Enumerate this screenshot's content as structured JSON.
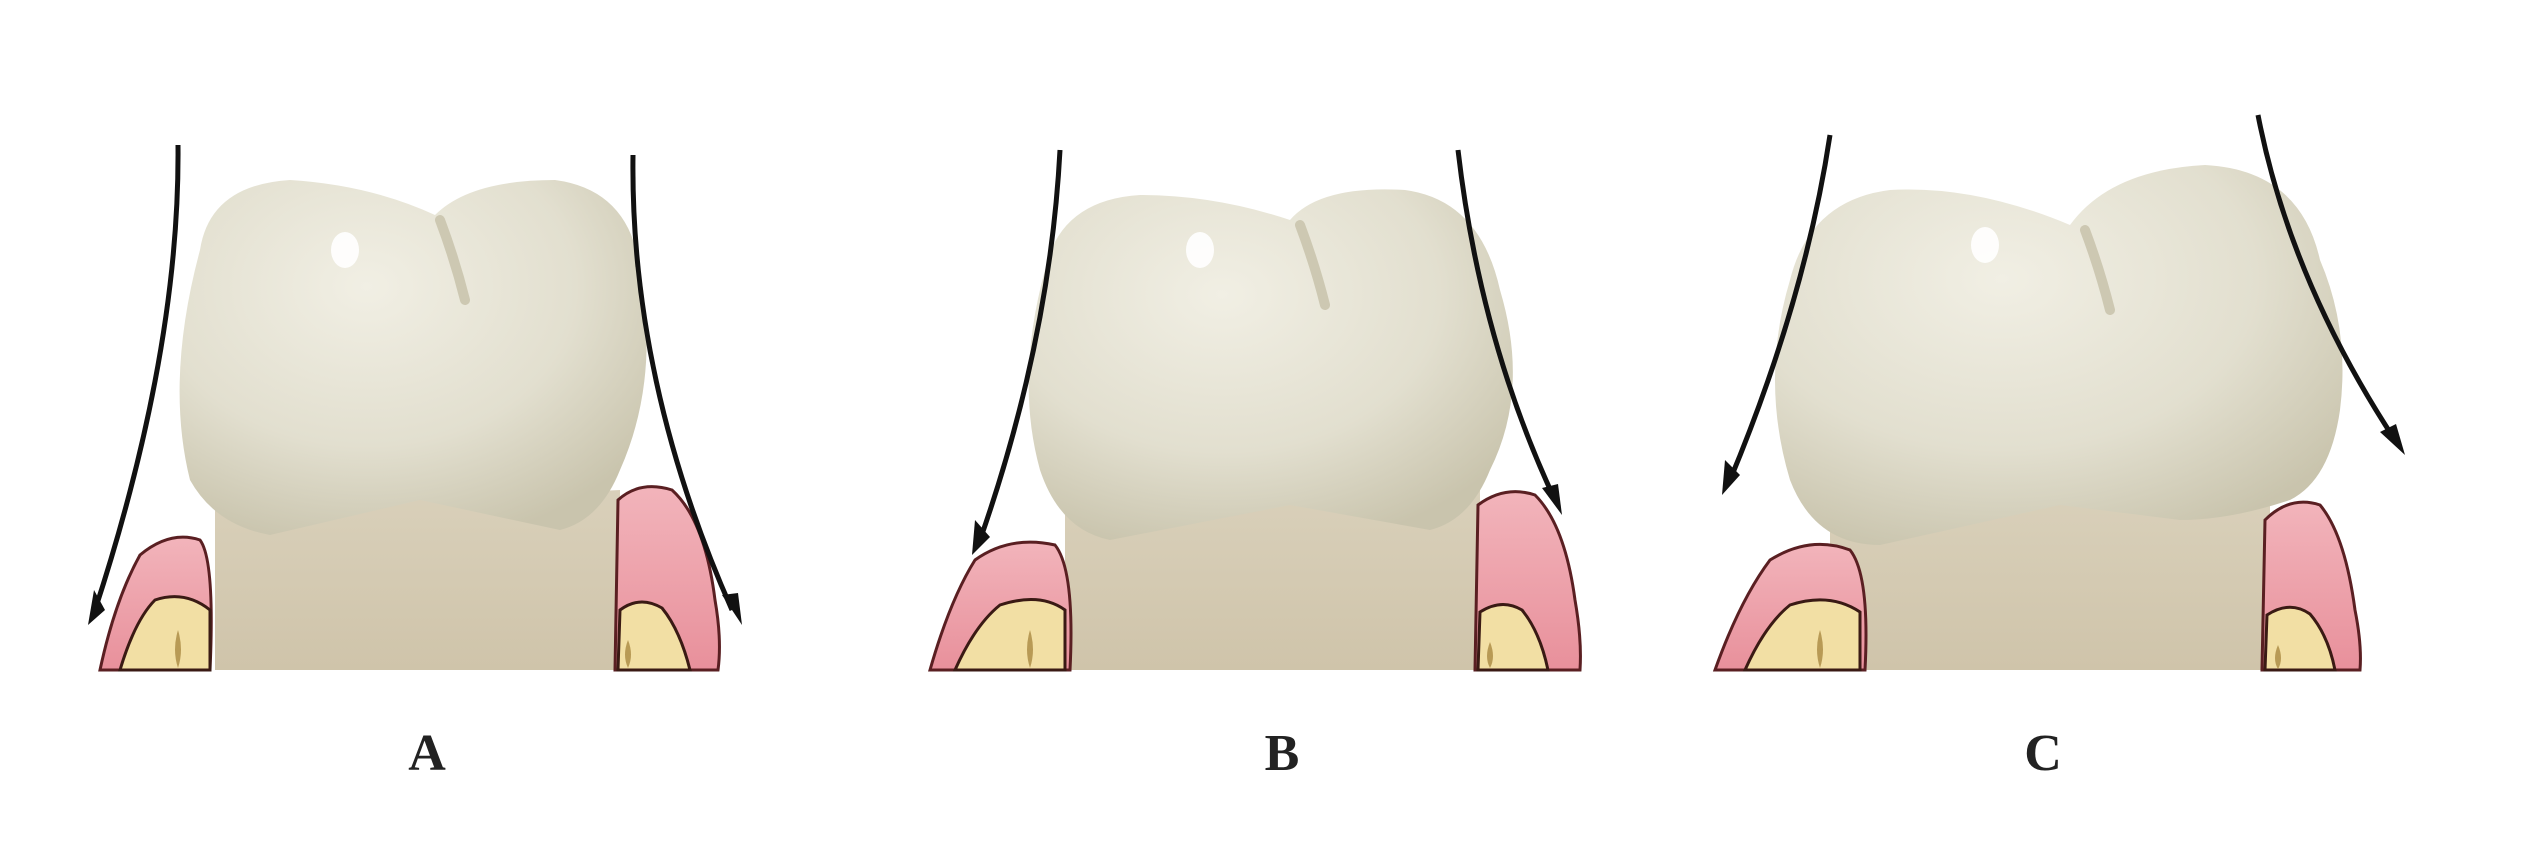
{
  "figure": {
    "panels": [
      {
        "label": "A"
      },
      {
        "label": "B"
      },
      {
        "label": "C"
      }
    ]
  },
  "colors": {
    "enamel": "#e4e1d2",
    "enamel_shadow": "#cfcbb6",
    "root": "#d8ceb8",
    "gingiva": "#eda5ad",
    "gingiva_edge": "#5a1f22",
    "bone": "#f2dfa4",
    "bone_pore": "#b89a55",
    "arrow": "#111111"
  }
}
